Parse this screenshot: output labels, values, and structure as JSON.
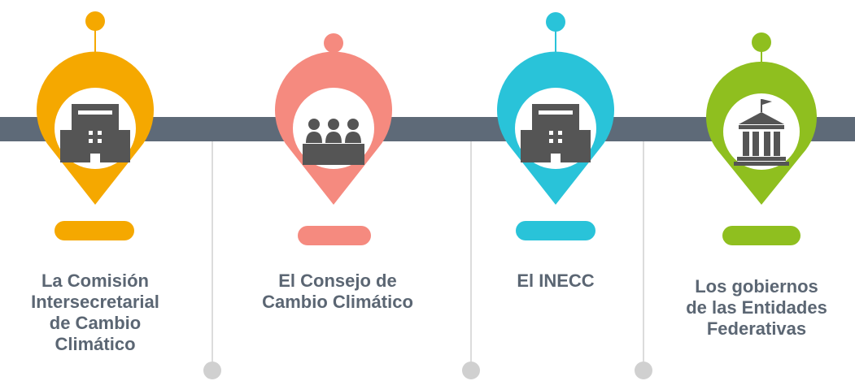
{
  "items": [
    {
      "id": "comision",
      "label": "La Comisión Intersecretarial de Cambio Climático",
      "lines": [
        "La Comisión",
        "Intersecretarial",
        "de Cambio",
        "Climático"
      ],
      "color": "#f5a800",
      "icon": "office-building-icon"
    },
    {
      "id": "consejo",
      "label": "El Consejo de Cambio Climático",
      "lines": [
        "El Consejo de",
        "Cambio Climático"
      ],
      "color": "#f58a7f",
      "icon": "meeting-people-icon"
    },
    {
      "id": "inecc",
      "label": "El INECC",
      "lines": [
        "El INECC"
      ],
      "color": "#29c3d9",
      "icon": "office-building-icon"
    },
    {
      "id": "entidades",
      "label": "Los gobiernos de las Entidades Federativas",
      "lines": [
        "Los gobiernos",
        "de las Entidades",
        "Federativas"
      ],
      "color": "#8fbf1f",
      "icon": "government-building-icon"
    }
  ],
  "colors": {
    "timeline_bar": "#5e6a78",
    "icon_fill": "#555555",
    "connector": "#d0d0d0",
    "text": "#5b6673"
  }
}
